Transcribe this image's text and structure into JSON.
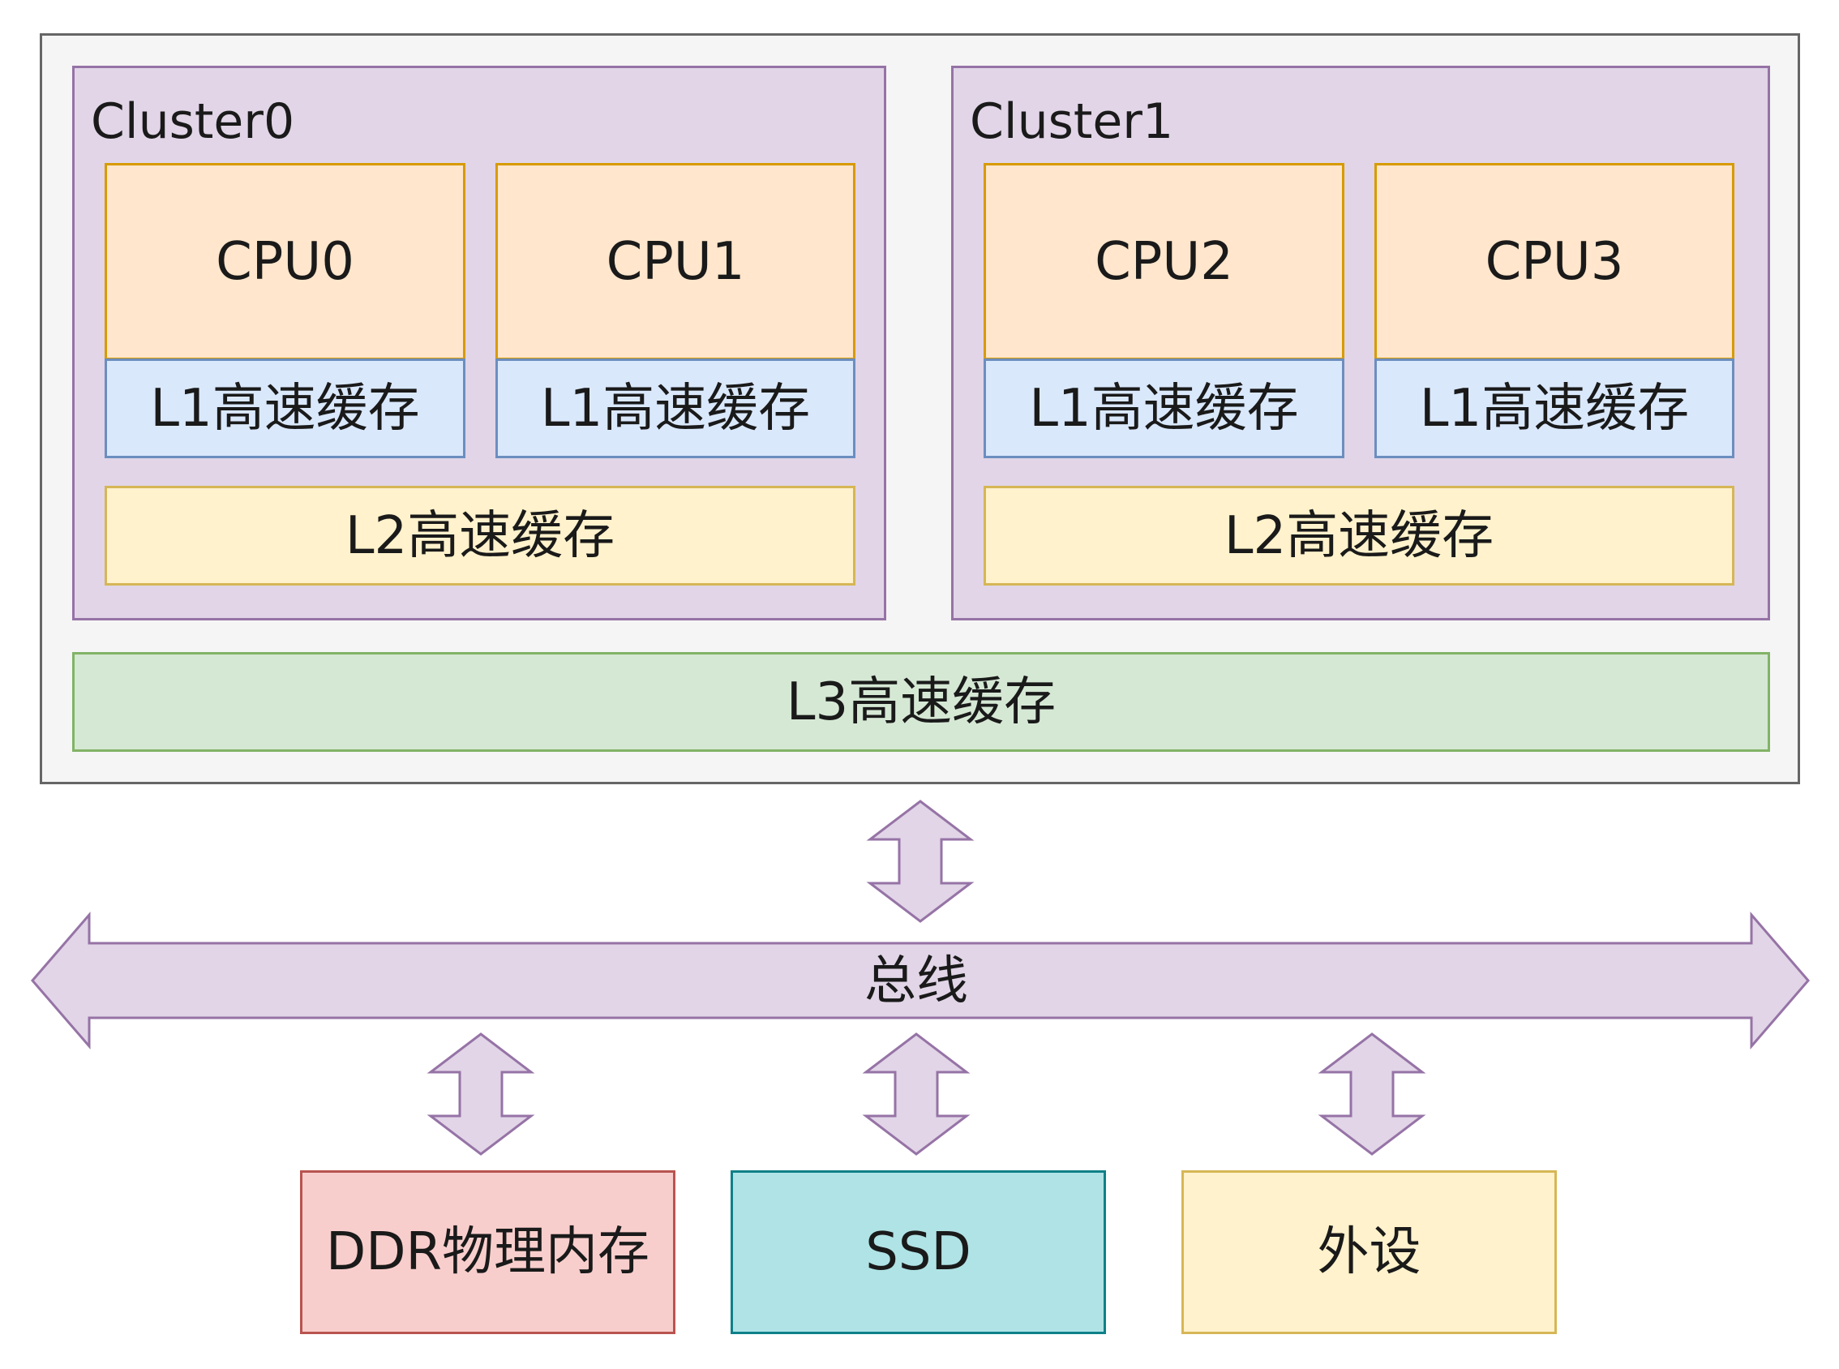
{
  "clusters": [
    {
      "title": "Cluster0",
      "cpus": [
        {
          "name": "CPU0",
          "l1": "L1高速缓存"
        },
        {
          "name": "CPU1",
          "l1": "L1高速缓存"
        }
      ],
      "l2": "L2高速缓存"
    },
    {
      "title": "Cluster1",
      "cpus": [
        {
          "name": "CPU2",
          "l1": "L1高速缓存"
        },
        {
          "name": "CPU3",
          "l1": "L1高速缓存"
        }
      ],
      "l2": "L2高速缓存"
    }
  ],
  "l3": "L3高速缓存",
  "bus": "总线",
  "devices": {
    "ddr": "DDR物理内存",
    "ssd": "SSD",
    "peripheral": "外设"
  },
  "colors": {
    "outer_fill": "#f5f5f5",
    "outer_stroke": "#666666",
    "cluster_fill": "#e1d5e7",
    "cluster_stroke": "#9673a6",
    "cpu_fill": "#ffe6cc",
    "cpu_stroke": "#d79b00",
    "l1_fill": "#dae8fc",
    "l1_stroke": "#6c8ebf",
    "l2_fill": "#fff2cc",
    "l2_stroke": "#d6b656",
    "l3_fill": "#d5e8d4",
    "l3_stroke": "#82b366",
    "ddr_fill": "#f8cecc",
    "ddr_stroke": "#b85450",
    "ssd_fill": "#b0e3e6",
    "ssd_stroke": "#0e8088",
    "peripheral_fill": "#fff2cc",
    "peripheral_stroke": "#d6b656",
    "bus_fill": "#e1d5e7",
    "bus_stroke": "#9673a6"
  }
}
